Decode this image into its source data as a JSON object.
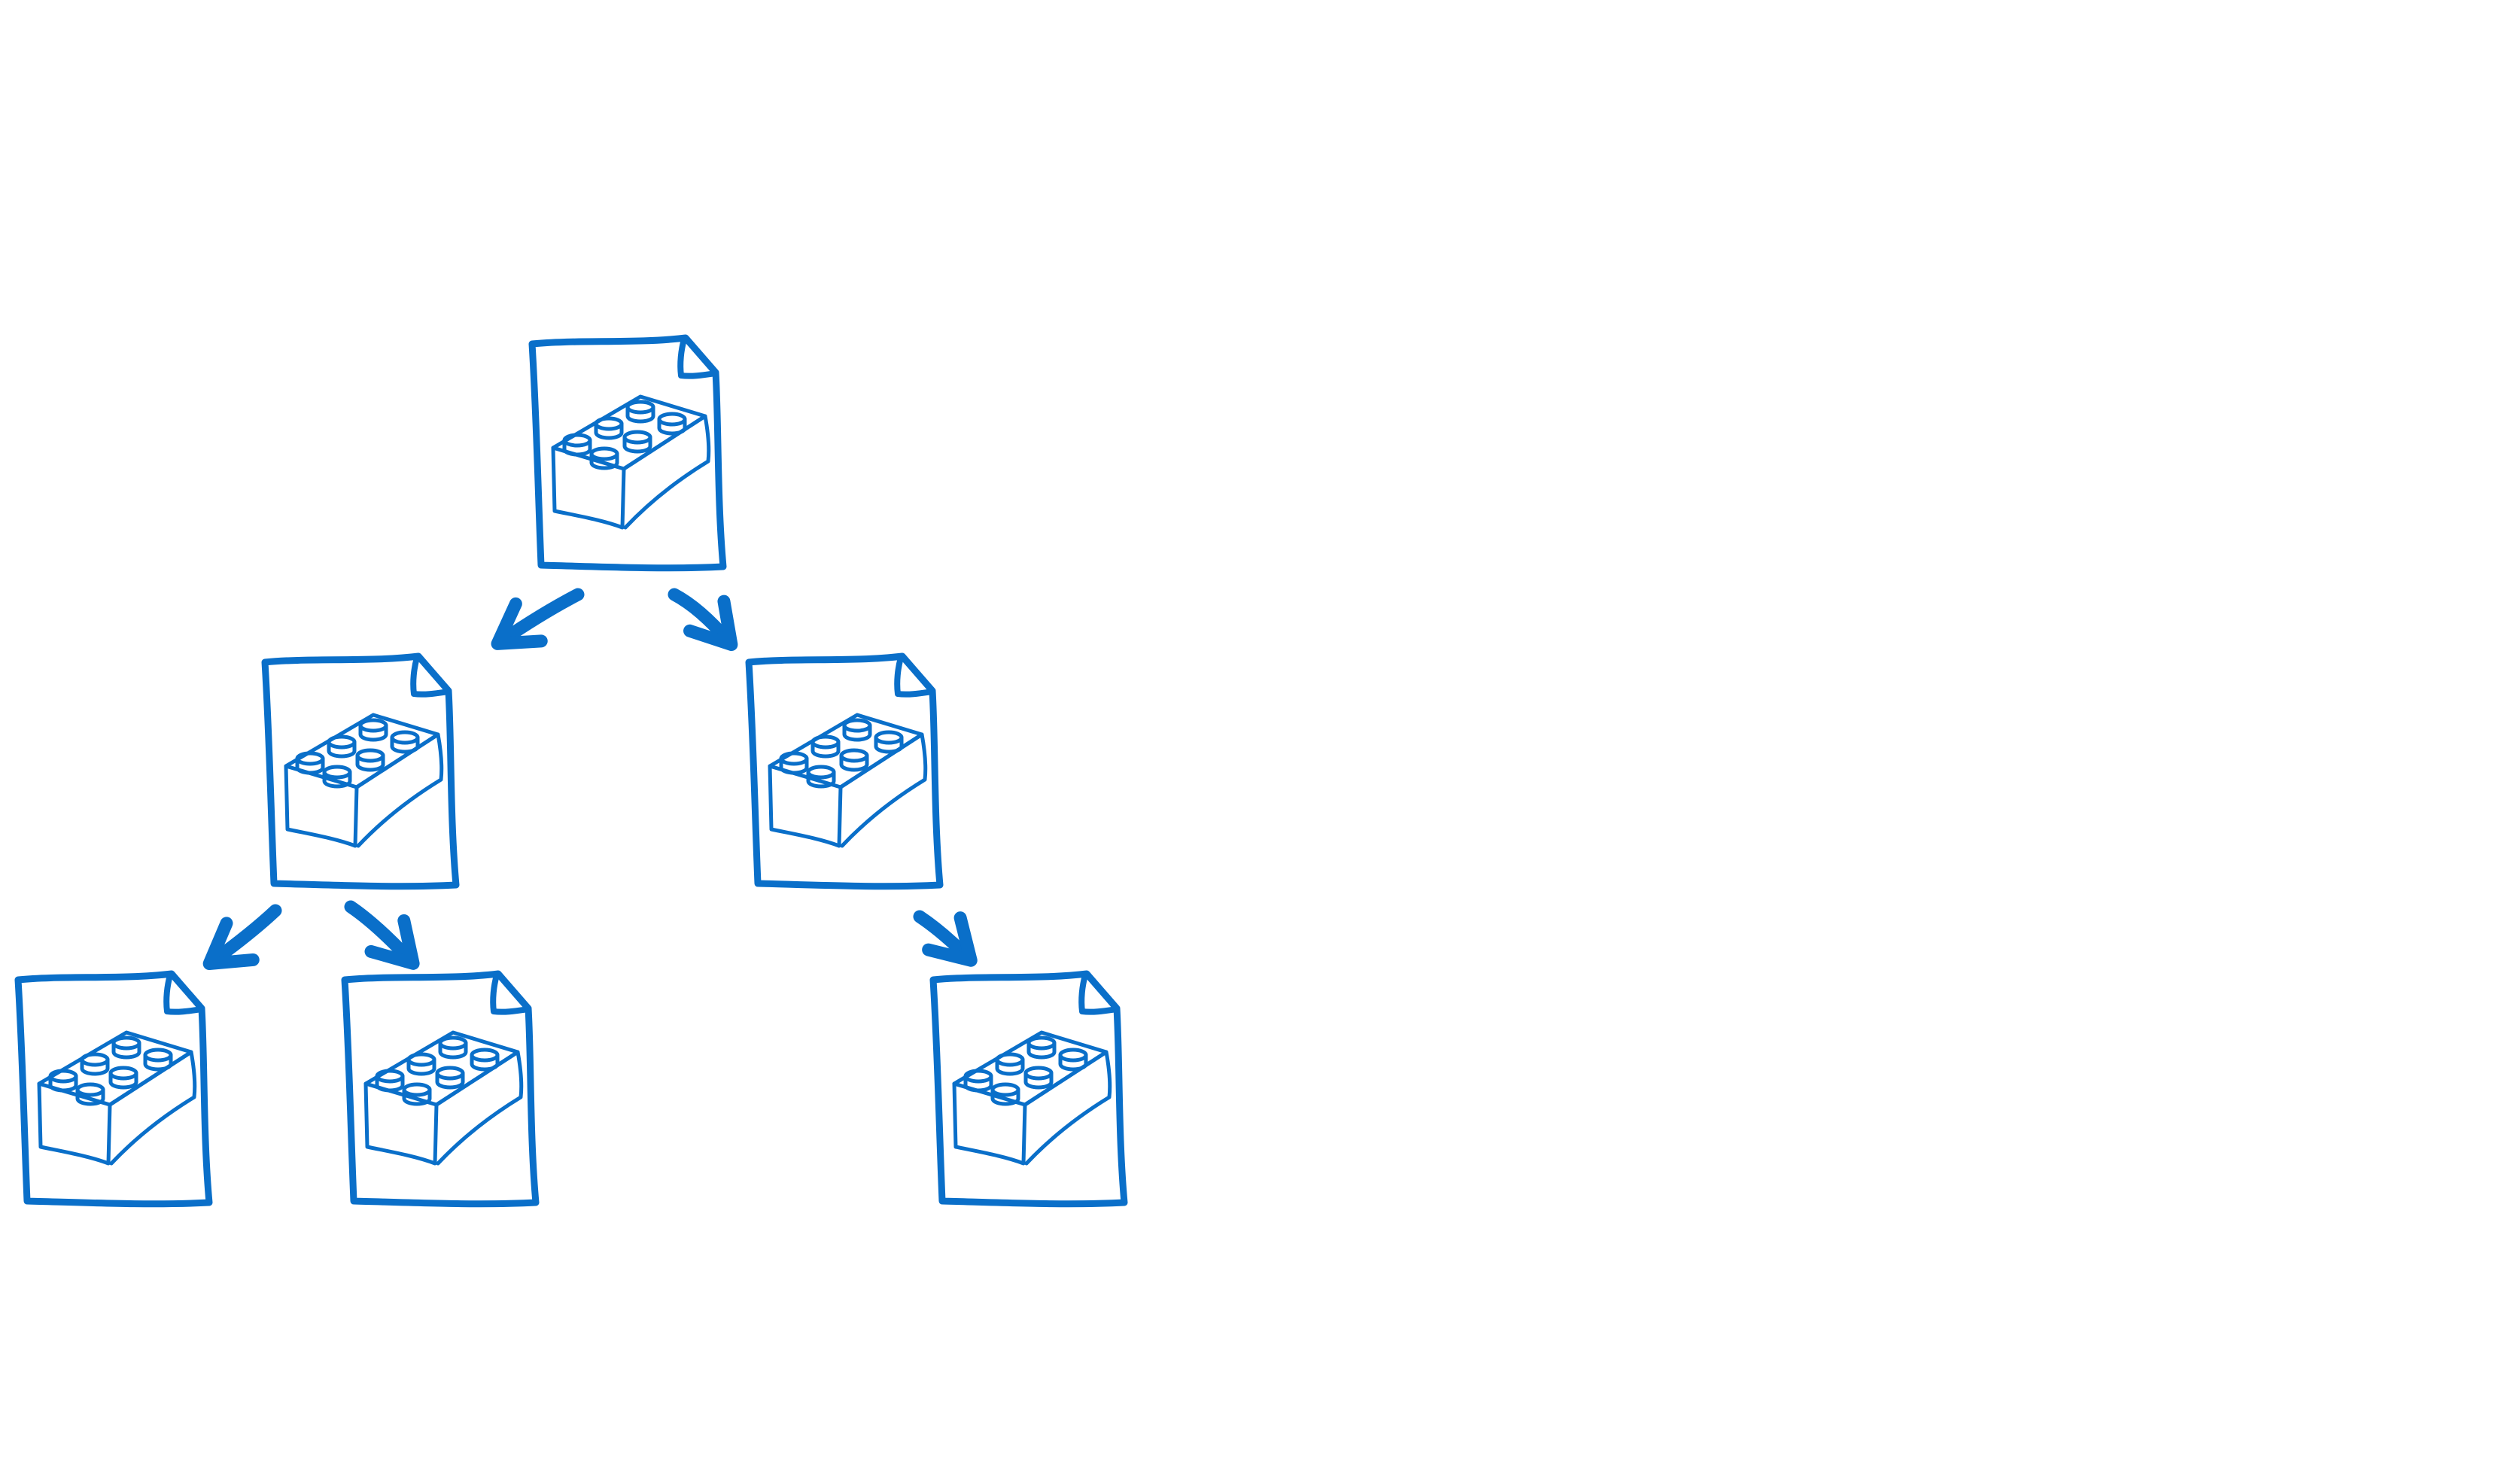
{
  "diagram": {
    "stroke_color": "#0a6fc9",
    "background": "#ffffff",
    "node_icon": "document-lego-brick-icon",
    "nodes": [
      {
        "id": "root",
        "icon": "document-lego-brick-icon"
      },
      {
        "id": "child-left",
        "icon": "document-lego-brick-icon"
      },
      {
        "id": "child-right",
        "icon": "document-lego-brick-icon"
      },
      {
        "id": "grandchild-left-1",
        "icon": "document-lego-brick-icon"
      },
      {
        "id": "grandchild-left-2",
        "icon": "document-lego-brick-icon"
      },
      {
        "id": "grandchild-right-1",
        "icon": "document-lego-brick-icon"
      }
    ],
    "edges": [
      {
        "from": "root",
        "to": "child-left"
      },
      {
        "from": "root",
        "to": "child-right"
      },
      {
        "from": "child-left",
        "to": "grandchild-left-1"
      },
      {
        "from": "child-left",
        "to": "grandchild-left-2"
      },
      {
        "from": "child-right",
        "to": "grandchild-right-1"
      }
    ]
  }
}
